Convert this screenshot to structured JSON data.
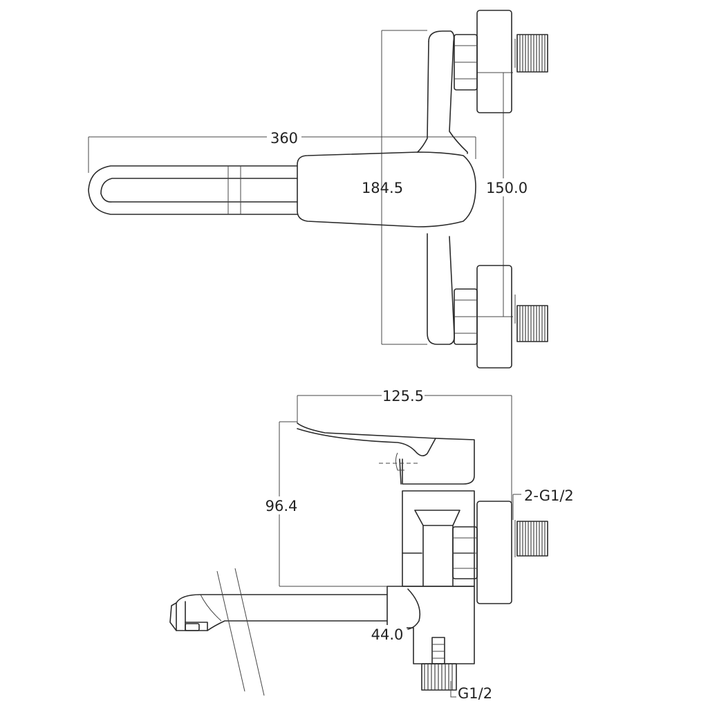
{
  "dimensions": {
    "spout_length": "360",
    "body_height": "184.5",
    "inlet_spacing": "150.0",
    "total_depth": "125.5",
    "handle_height": "96.4",
    "outlet_depth": "44.0",
    "inlet_thread": "2-G1/2",
    "outlet_thread": "G1/2"
  }
}
